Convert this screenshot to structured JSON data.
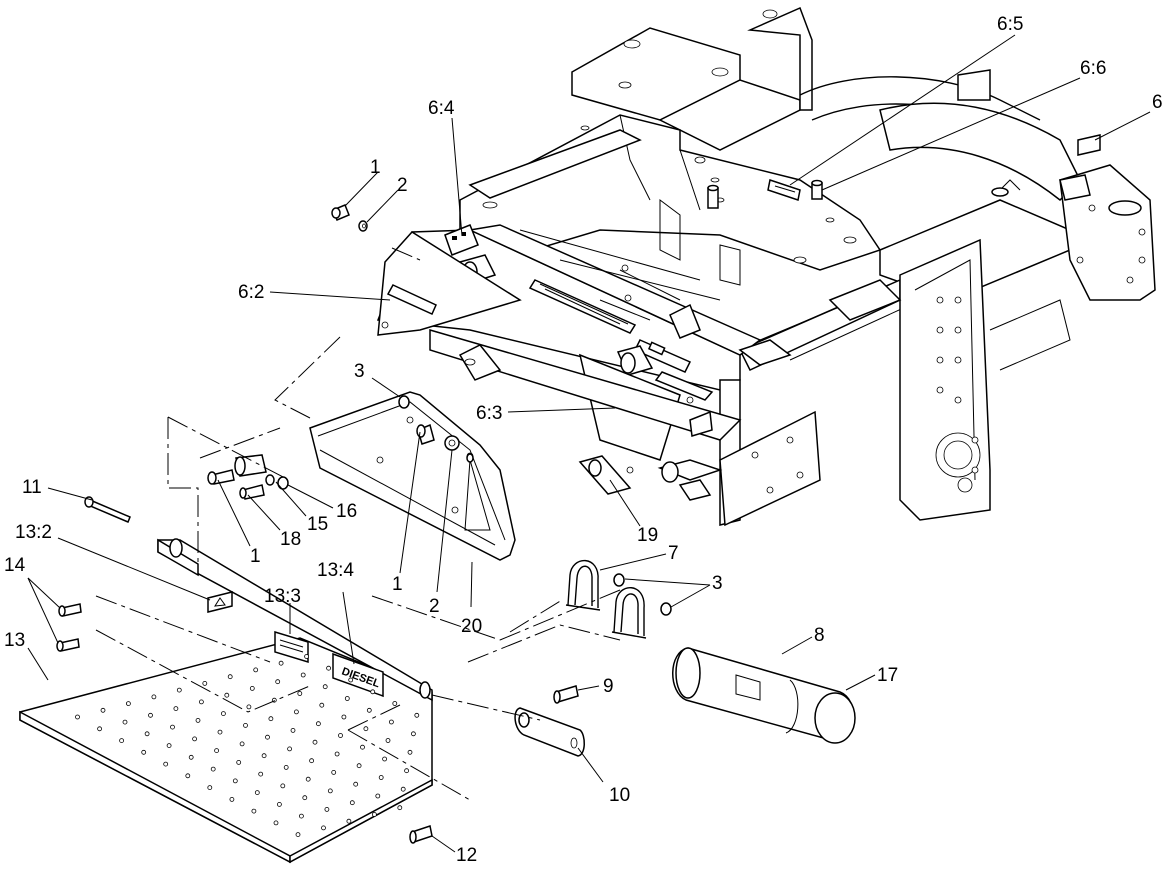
{
  "callouts": {
    "c1a": "1",
    "c2a": "2",
    "c6_2": "6:2",
    "c6_4": "6:4",
    "c6_5": "6:5",
    "c6_6": "6:6",
    "c6": "6",
    "c3a": "3",
    "c6_3": "6:3",
    "c11": "11",
    "c16": "16",
    "c15": "15",
    "c18": "18",
    "c1b": "1",
    "c19": "19",
    "c13_2": "13:2",
    "c14": "14",
    "c13_3": "13:3",
    "c13_4": "13:4",
    "c1c": "1",
    "c2b": "2",
    "c20": "20",
    "c7": "7",
    "c3b": "3",
    "c8": "8",
    "c17": "17",
    "c13": "13",
    "c9": "9",
    "c10": "10",
    "c12": "12"
  },
  "decals": {
    "diesel": "DIESEL"
  }
}
